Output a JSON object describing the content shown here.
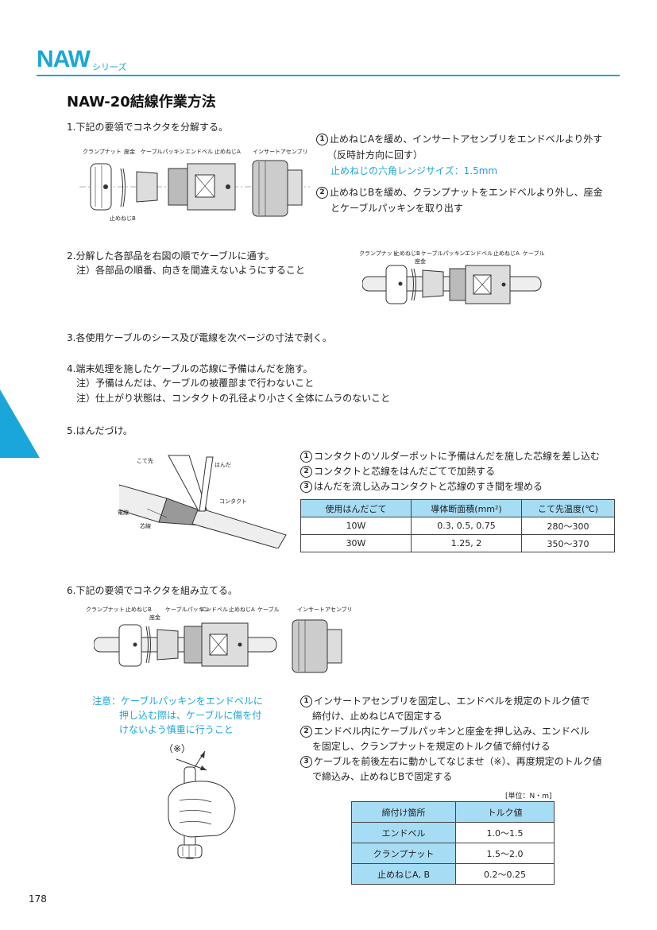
{
  "header": {
    "series_name": "NAW",
    "series_suffix": "シリーズ"
  },
  "page_title": "NAW-20結線作業方法",
  "step1": {
    "heading": "1.下記の要領でコネクタを分解する。",
    "labels": [
      "クランプナット",
      "座金",
      "ケーブルパッキン",
      "エンドベル",
      "止めねじA",
      "インサートアセンブリ",
      "止めねじB"
    ],
    "item1_num": "1",
    "item1_line1": "止めねじAを緩め、インサートアセンブリをエンドベルより外す",
    "item1_line2": "（反時計方向に回す）",
    "item1_line3": "止めねじの六角レンジサイズ：1.5mm",
    "item2_num": "2",
    "item2_line1": "止めねじBを緩め、クランプナットをエンドベルより外し、座金",
    "item2_line2": "とケーブルパッキンを取り出す"
  },
  "step2": {
    "heading": "2.分解した各部品を右図の順でケーブルに通す。",
    "note": "注）各部品の順番、向きを間違えないようにすること",
    "labels": [
      "クランプナット",
      "止めねじB",
      "ケーブルパッキン",
      "エンドベル",
      "止めねじA",
      "ケーブル",
      "座金"
    ]
  },
  "step3": {
    "heading": "3.各使用ケーブルのシース及び電線を次ページの寸法で剥く。"
  },
  "step4": {
    "heading": "4.端末処理を施したケーブルの芯線に予備はんだを施す。",
    "note1": "注）予備はんだは、ケーブルの被覆部まで行わないこと",
    "note2": "注）仕上がり状態は、コンタクトの孔径より小さく全体にムラのないこと"
  },
  "step5": {
    "heading": "5.はんだづけ。",
    "labels": [
      "こて先",
      "はんだ",
      "コンタクト",
      "電線",
      "芯線"
    ],
    "items": [
      {
        "num": "1",
        "text": "コンタクトのソルダーポットに予備はんだを施した芯線を差し込む"
      },
      {
        "num": "2",
        "text": "コンタクトと芯線をはんだごてで加熱する"
      },
      {
        "num": "3",
        "text": "はんだを流し込みコンタクトと芯線のすき間を埋める"
      }
    ],
    "table": {
      "headers": [
        "使用はんだごて",
        "導体断面積(mm²)",
        "こて先温度(℃)"
      ],
      "rows": [
        [
          "10W",
          "0.3, 0.5, 0.75",
          "280〜300"
        ],
        [
          "30W",
          "1.25, 2",
          "350〜370"
        ]
      ]
    }
  },
  "step6": {
    "heading": "6.下記の要領でコネクタを組み立てる。",
    "labels": [
      "クランプナット",
      "止めねじB",
      "座金",
      "ケーブルパッキン",
      "エンドベル",
      "止めねじA",
      "ケーブル",
      "インサートアセンブリ"
    ],
    "caution_line1": "注意：ケーブルパッキンをエンドベルに",
    "caution_line2": "押し込む際は、ケーブルに傷を付",
    "caution_line3": "けないよう慎重に行うこと",
    "mark": "（※）",
    "items": [
      {
        "num": "1",
        "line1": "インサートアセンブリを固定し、エンドベルを規定のトルク値で",
        "line2": "締付け、止めねじAで固定する"
      },
      {
        "num": "2",
        "line1": "エンドベル内にケーブルパッキンと座金を押し込み、エンドベル",
        "line2": "を固定し、クランプナットを規定のトルク値で締付ける"
      },
      {
        "num": "3",
        "line1": "ケーブルを前後左右に動かしてなじませ（※）、再度規定のトルク値",
        "line2": "で締込み、止めねじBで固定する"
      }
    ],
    "unit": "[単位：N・m]",
    "table": {
      "headers": [
        "締付け箇所",
        "トルク値"
      ],
      "rows": [
        [
          "エンドベル",
          "1.0〜1.5"
        ],
        [
          "クランプナット",
          "1.5〜2.0"
        ],
        [
          "止めねじA, B",
          "0.2〜0.25"
        ]
      ]
    }
  },
  "page_number": "178"
}
